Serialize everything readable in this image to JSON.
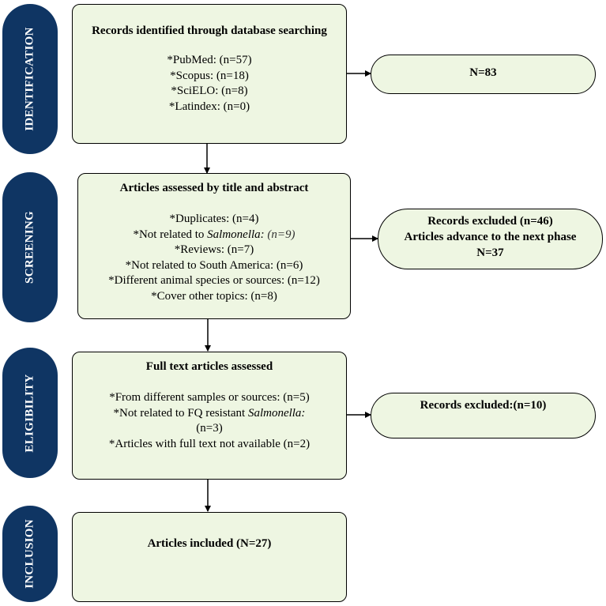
{
  "phases": {
    "identification": "IDENTIFICATION",
    "screening": "SCREENING",
    "eligibility": "ELIGIBILITY",
    "inclusion": "INCLUSION"
  },
  "identification": {
    "title": "Records identified through database searching",
    "items": [
      "*PubMed: (n=57)",
      "*Scopus: (n=18)",
      "*SciELO: (n=8)",
      "*Latindex: (n=0)"
    ],
    "result": "N=83"
  },
  "screening": {
    "title": "Articles assessed by title and abstract",
    "items": {
      "duplicates": "*Duplicates: (n=4)",
      "not_related_prefix": "*Not related to ",
      "not_related_organism": "Salmonella:",
      "not_related_count": " (n=9)",
      "reviews": "*Reviews: (n=7)",
      "south_america": "*Not related to South America: (n=6)",
      "species": "*Different animal species or sources: (n=12)",
      "other_topics": "*Cover other topics: (n=8)"
    },
    "result": [
      "Records excluded (n=46)",
      "Articles advance to the next phase",
      "N=37"
    ]
  },
  "eligibility": {
    "title": "Full text articles assessed",
    "items": {
      "samples": "*From different samples or sources: (n=5)",
      "fq_prefix": "*Not related to FQ resistant ",
      "fq_organism": "Salmonella:",
      "fq_count": "(n=3)",
      "not_available": "*Articles with full text not available (n=2)"
    },
    "result": "Records excluded:(n=10)"
  },
  "inclusion": {
    "title": "Articles included (N=27)"
  }
}
